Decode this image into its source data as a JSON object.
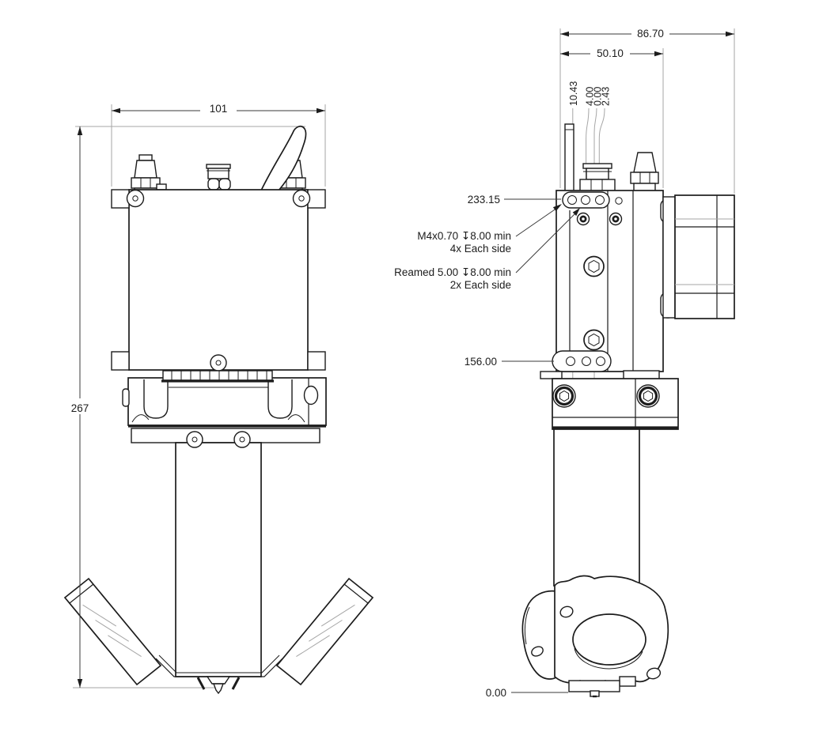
{
  "drawing": {
    "type": "2-view orthographic mechanical drawing",
    "views": [
      "front",
      "side"
    ],
    "colors": {
      "background": "#ffffff",
      "line": "#1c1c1c",
      "thin_line": "#a6a6a6",
      "dim_line": "#3a3a3a"
    }
  },
  "dims": {
    "front_width": "101",
    "front_height": "267",
    "side_overall_width": "86.70",
    "side_mount_width": "50.10",
    "offsets": [
      "10.43",
      "4.00",
      "0.00",
      "2.43"
    ],
    "upper_holes_height": "233.15",
    "lower_holes_height": "156.00",
    "datum_bottom": "0.00"
  },
  "notes": {
    "tapped_line1": "M4x0.70 ↧8.00 min",
    "tapped_line2": "4x Each side",
    "reamed_line1": "Reamed 5.00 ↧8.00 min",
    "reamed_line2": "2x Each side"
  }
}
